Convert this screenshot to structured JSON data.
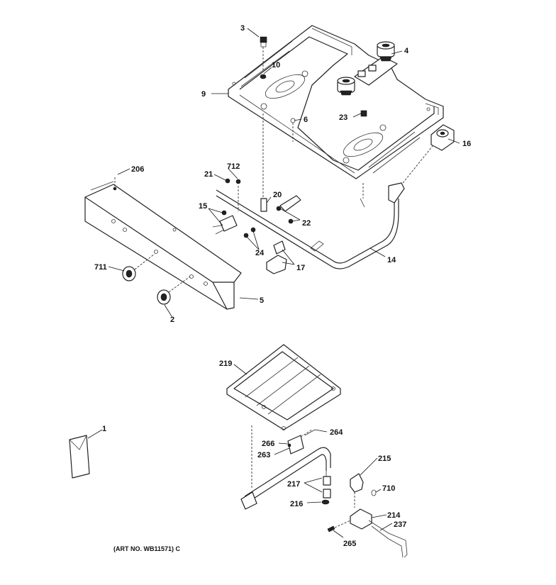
{
  "diagram": {
    "caption": "(ART NO. WB11571) C",
    "callouts": {
      "c1": "1",
      "c2": "2",
      "c3": "3",
      "c4": "4",
      "c5": "5",
      "c6": "6",
      "c9": "9",
      "c10": "10",
      "c14": "14",
      "c15": "15",
      "c16": "16",
      "c17": "17",
      "c20": "20",
      "c21": "21",
      "c22": "22",
      "c23": "23",
      "c24": "24",
      "c206": "206",
      "c214": "214",
      "c215": "215",
      "c216": "216",
      "c217": "217",
      "c219": "219",
      "c237": "237",
      "c263": "263",
      "c264": "264",
      "c265": "265",
      "c266": "266",
      "c710": "710",
      "c711": "711",
      "c712": "712"
    }
  }
}
